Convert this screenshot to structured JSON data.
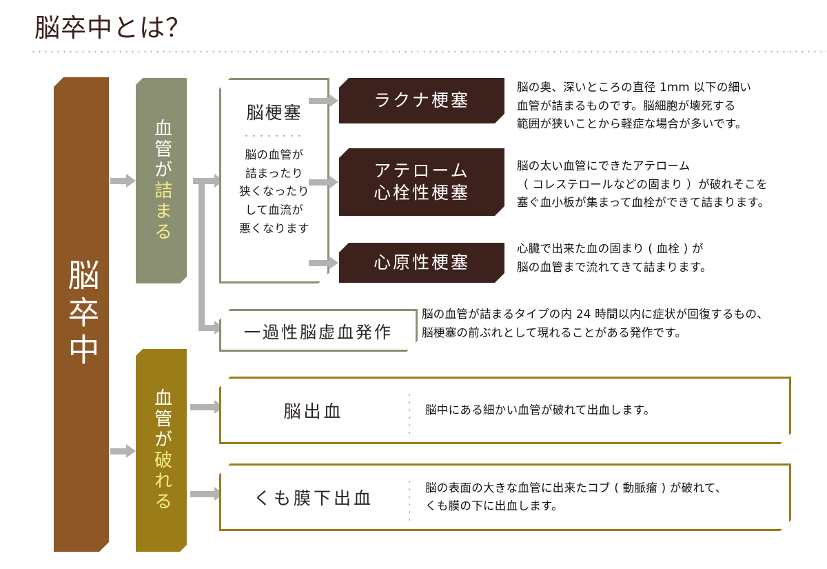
{
  "page": {
    "title": "脳卒中とは？",
    "accent_brown": "#8d5726",
    "accent_olive": "#8b9072",
    "accent_gold": "#9a7d18",
    "accent_dark": "#3d211c",
    "accent_yellow": "#f5e98d",
    "arrow_color": "#b3b3b3"
  },
  "trunk": {
    "label": "脳卒中"
  },
  "branches": {
    "blocked": {
      "label_white": "血管が",
      "label_accent": "詰まる"
    },
    "burst": {
      "label_white": "血管が",
      "label_accent": "破れる"
    }
  },
  "infarct": {
    "title": "脳梗塞",
    "description": "脳の血管が\n詰まったり\n狭くなったり\nして血流が\n悪くなります",
    "types": [
      {
        "name": "ラクナ梗塞",
        "description": "脳の奥、深いところの直径 1mm 以下の細い\n血管が詰まるものです。脳細胞が壊死する\n範囲が狭いことから軽症な場合が多いです。"
      },
      {
        "name": "アテローム\n心栓性梗塞",
        "description": "脳の太い血管にできたアテローム\n（ コレステロールなどの固まり ）が破れそこを\n塞ぐ血小板が集まって血栓ができて詰まります。"
      },
      {
        "name": "心原性梗塞",
        "description": "心臓で出来た血の固まり ( 血栓 ) が\n脳の血管まで流れてきて詰まります。"
      }
    ]
  },
  "tia": {
    "name": "一過性脳虚血発作",
    "description": "脳の血管が詰まるタイプの内 24 時間以内に症状が回復するもの、\n脳梗塞の前ぶれとして現れることがある発作です。"
  },
  "hemorrhage": [
    {
      "name": "脳出血",
      "description": "脳中にある細かい血管が破れて出血します。"
    },
    {
      "name": "くも膜下出血",
      "description": "脳の表面の大きな血管に出来たコブ ( 動脈瘤 ) が破れて、\nくも膜の下に出血します。"
    }
  ]
}
